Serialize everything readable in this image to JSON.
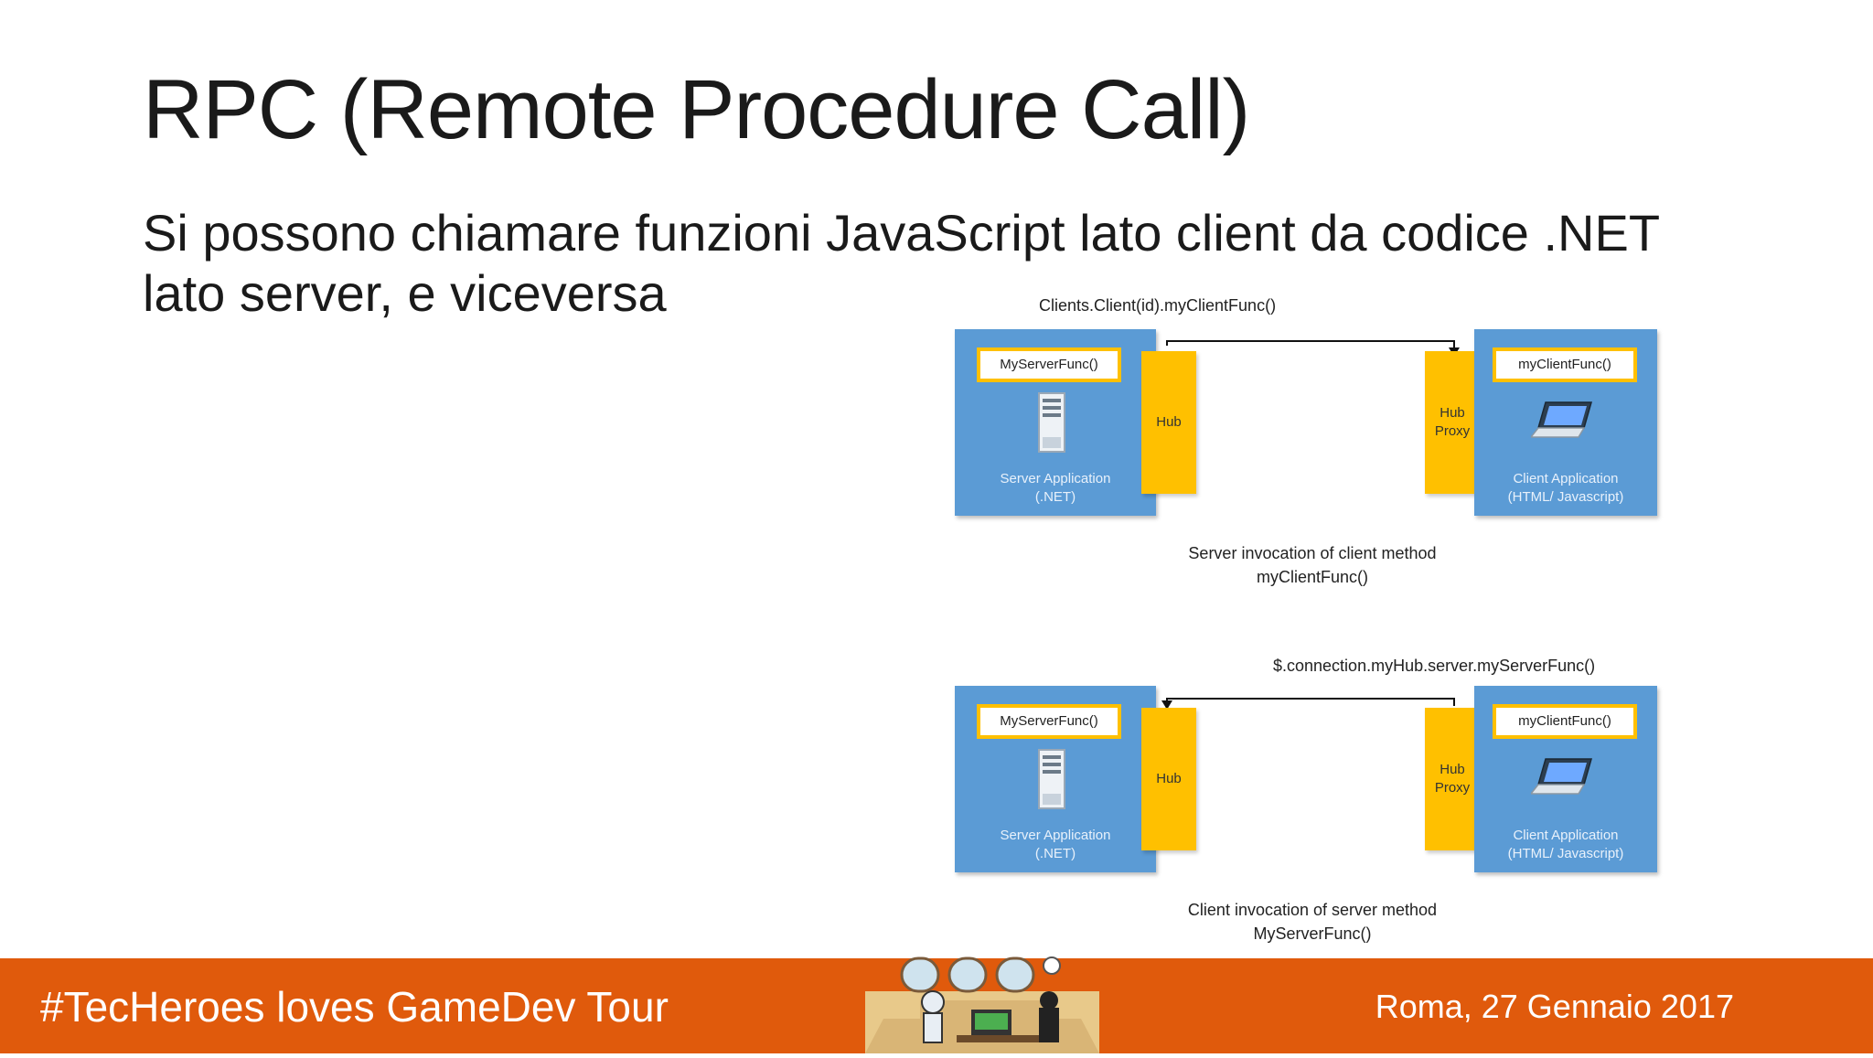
{
  "slide": {
    "title": "RPC (Remote Procedure Call)",
    "body": "Si possono chiamare funzioni JavaScript lato client da codice .NET lato server, e viceversa"
  },
  "diagrams": [
    {
      "call_label": "Clients.Client(id).myClientFunc()",
      "server_func": "MyServerFunc()",
      "client_func": "myClientFunc()",
      "hub_label": "Hub",
      "proxy_label_1": "Hub",
      "proxy_label_2": "Proxy",
      "server_app_1": "Server Application",
      "server_app_2": "(.NET)",
      "client_app_1": "Client Application",
      "client_app_2": "(HTML/ Javascript)",
      "caption_1": "Server invocation of client method",
      "caption_2": "myClientFunc()",
      "arrow_direction": "server-to-client"
    },
    {
      "call_label": "$.connection.myHub.server.myServerFunc()",
      "server_func": "MyServerFunc()",
      "client_func": "myClientFunc()",
      "hub_label": "Hub",
      "proxy_label_1": "Hub",
      "proxy_label_2": "Proxy",
      "server_app_1": "Server Application",
      "server_app_2": "(.NET)",
      "client_app_1": "Client Application",
      "client_app_2": "(HTML/ Javascript)",
      "caption_1": "Client invocation of server method",
      "caption_2": "MyServerFunc()",
      "arrow_direction": "client-to-server"
    }
  ],
  "footer": {
    "hashtag": "#TecHeroes loves GameDev Tour",
    "location_date": "Roma, 27 Gennaio 2017"
  },
  "colors": {
    "footer_bg": "#e05a0c",
    "box_blue": "#5b9bd5",
    "hub_yellow": "#ffc000"
  },
  "icons": [
    "server-icon",
    "laptop-icon",
    "arrow-icon",
    "heroes-illustration"
  ]
}
